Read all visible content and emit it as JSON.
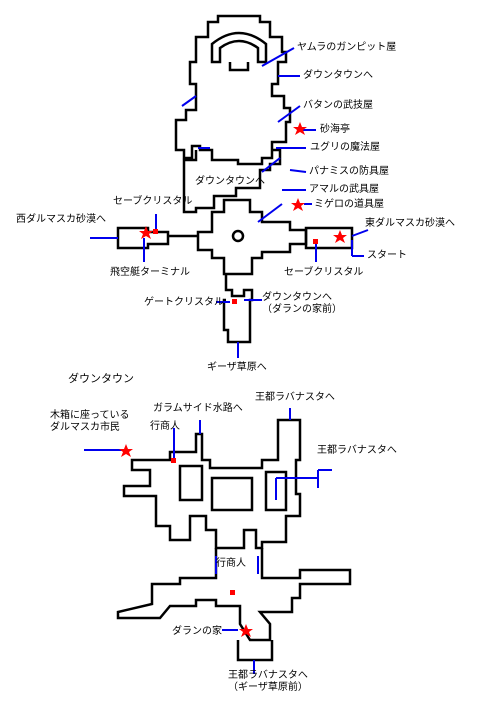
{
  "sections": {
    "downtown_title": "ダウンタウン"
  },
  "labels": {
    "yamura_gunpit": "ヤムラのガンピット屋",
    "to_downtown_1": "ダウンタウンへ",
    "batan_weapon": "バタンの武技屋",
    "sand_inn": "砂海亭",
    "yuguri_magic": "ユグリの魔法屋",
    "to_downtown_2": "ダウンタウンへ",
    "panamisu_armor": "パナミスの防具屋",
    "amaru_armor": "アマルの武具屋",
    "migero_items": "ミゲロの道具屋",
    "save_crystal_left": "セーブクリスタル",
    "west_desert": "西ダルマスカ砂漠へ",
    "east_desert": "東ダルマスカ砂漠へ",
    "start": "スタート",
    "save_crystal_right": "セーブクリスタル",
    "airship_terminal": "飛空艇ターミナル",
    "gate_crystal": "ゲートクリスタル",
    "to_downtown_3": "ダウンタウンへ\n（ダランの家前）",
    "giza_plains": "ギーザ草原へ",
    "citizen_on_box": "木箱に座っている\nダルマスカ市民",
    "garamsythe": "ガラムサイド水路へ",
    "merchant_1": "行商人",
    "to_rabanastre_1": "王都ラバナスタへ",
    "to_rabanastre_2": "王都ラバナスタへ",
    "merchant_2": "行商人",
    "dalan_house": "ダランの家",
    "to_rabanastre_3": "王都ラバナスタへ\n（ギーザ草原前）"
  },
  "colors": {
    "walls": "#000000",
    "leader_lines": "#0000ee",
    "marker": "#ff0000"
  }
}
